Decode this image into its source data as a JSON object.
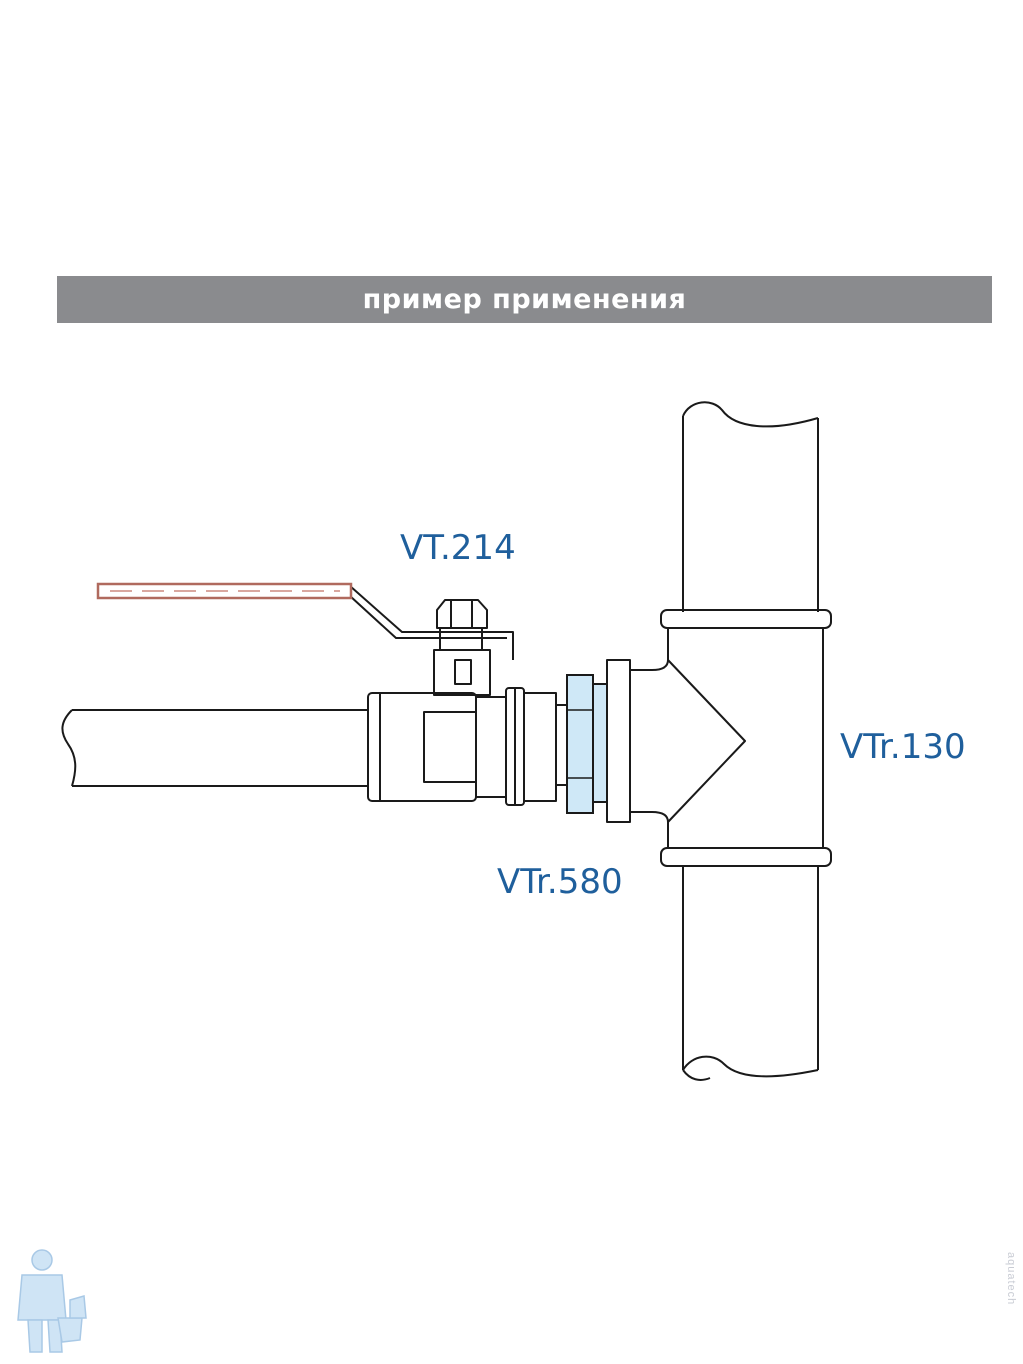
{
  "banner": {
    "title": "пример применения"
  },
  "labels": {
    "valve": "VT.214",
    "tee": "VTr.130",
    "nipple": "VTr.580"
  },
  "colors": {
    "banner_bg": "#8a8b8e",
    "label": "#1f5f9c",
    "handle": "#b06a5e",
    "highlight": "#cfe8f7",
    "line": "#1a1a1a"
  },
  "watermark": {
    "text": "aquatech"
  },
  "icons": {
    "logo": "plumber-mascot-icon"
  }
}
